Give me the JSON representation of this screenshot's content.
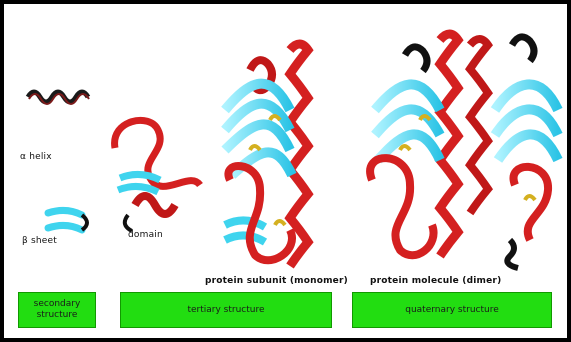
{
  "labels": {
    "alpha_helix": "α helix",
    "beta_sheet": "β sheet",
    "domain": "domain",
    "protein_subunit": "protein subunit (monomer)",
    "protein_molecule": "protein molecule (dimer)"
  },
  "boxes": {
    "secondary_line1": "secondary",
    "secondary_line2": "structure",
    "tertiary": "tertiary structure",
    "quaternary": "quaternary structure"
  },
  "colors": {
    "helix_red": "#d42020",
    "helix_dark": "#111111",
    "sheet_cyan": "#3fd4ee",
    "turn_yellow": "#d4b020",
    "box_green": "#22dd11",
    "frame": "#000000"
  }
}
